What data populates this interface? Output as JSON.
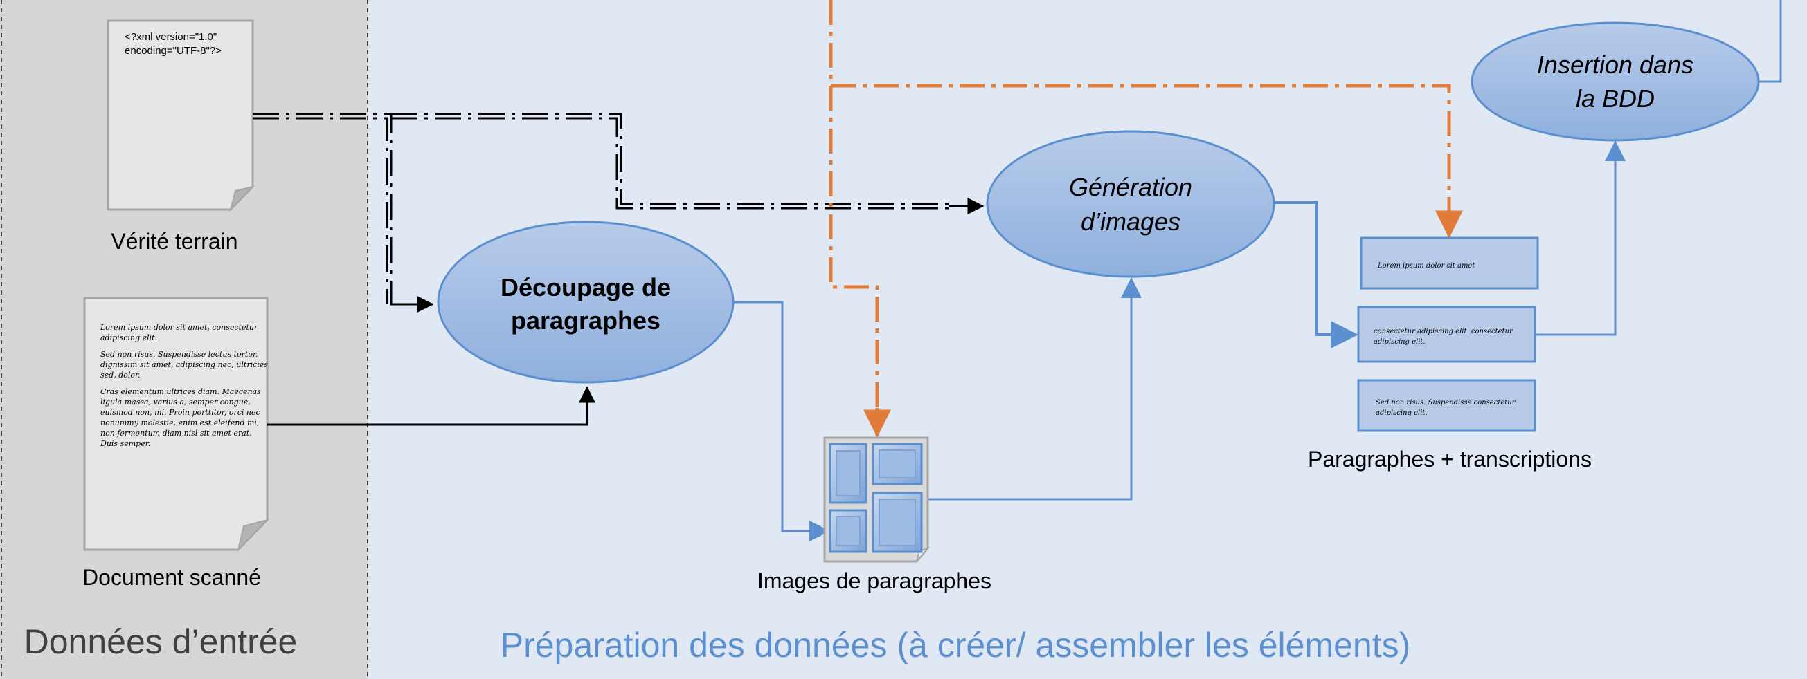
{
  "regions": {
    "input_title": "Données d’entrée",
    "prep_title": "Préparation des données (à créer/ assembler les éléments)"
  },
  "documents": {
    "xml_label": "Vérité terrain",
    "xml_line1": "<?xml version=\"1.0\"",
    "xml_line2": "encoding=\"UTF-8\"?>",
    "scan_label": "Document scanné",
    "scan_lines": [
      "Lorem ipsum dolor sit amet, consectetur",
      "adipiscing elit.",
      "",
      "Sed non risus. Suspendisse lectus tortor,",
      "dignissim sit amet, adipiscing nec, ultricies",
      "sed, dolor.",
      "",
      "Cras elementum ultrices diam. Maecenas",
      "ligula massa, varius a, semper congue,",
      "euismod non, mi. Proin porttitor, orci nec",
      "nonummy molestie, enim est eleifend mi,",
      "non fermentum diam nisl sit amet erat.",
      "Duis semper."
    ]
  },
  "processes": {
    "split_line1": "Découpage de",
    "split_line2": "paragraphes",
    "gen_line1": "Génération",
    "gen_line2": "d’images",
    "insert_line1": "Insertion dans",
    "insert_line2": "la BDD"
  },
  "outputs": {
    "images_label": "Images de paragraphes",
    "transcriptions_label": "Paragraphes + transcriptions",
    "transcription_boxes": [
      [
        "Lorem ipsum dolor sit amet"
      ],
      [
        "consectetur adipiscing elit. consectetur",
        "adipiscing elit."
      ],
      [
        "Sed non risus. Suspendisse consectetur",
        "adipiscing elit."
      ]
    ]
  },
  "colors": {
    "input_bg": "#d6d6d6",
    "prep_bg": "#dfe8f3",
    "ellipse_stroke": "#5b8fcf",
    "flow_blue": "#5b8fcf",
    "flow_orange": "#e07b39",
    "title_blue": "#5b8fcf",
    "title_gray": "#404040"
  }
}
